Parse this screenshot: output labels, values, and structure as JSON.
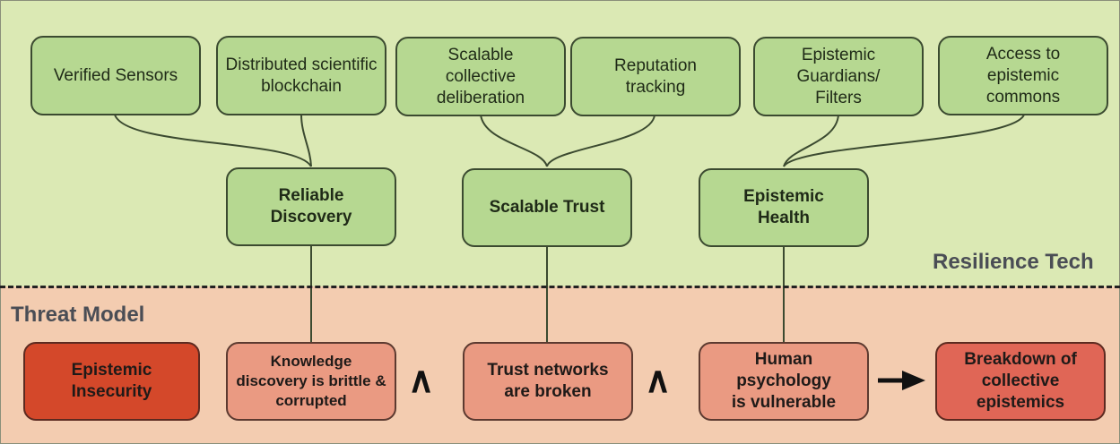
{
  "sections": {
    "resilience": "Resilience Tech",
    "threat": "Threat Model"
  },
  "tech_items": [
    "Verified Sensors",
    "Distributed scientific blockchain",
    "Scalable collective deliberation",
    "Reputation tracking",
    "Epistemic Guardians/ Filters",
    "Access to epistemic commons"
  ],
  "goals": [
    "Reliable Discovery",
    "Scalable Trust",
    "Epistemic Health"
  ],
  "threats": {
    "root": "Epistemic Insecurity",
    "factors": [
      "Knowledge discovery is  brittle & corrupted",
      "Trust networks are broken",
      "Human psychology is vulnerable"
    ],
    "result": "Breakdown of collective epistemics"
  },
  "operators": {
    "and_symbol": "∧",
    "arrow": "arrow-right"
  },
  "colors": {
    "resilience_bg": "#dbe9b4",
    "threat_bg": "#f3ccb0",
    "node_green": "#b6d891",
    "node_salmon": "#ea9a82",
    "node_red": "#d4482a",
    "node_breakdown": "#e06656"
  }
}
